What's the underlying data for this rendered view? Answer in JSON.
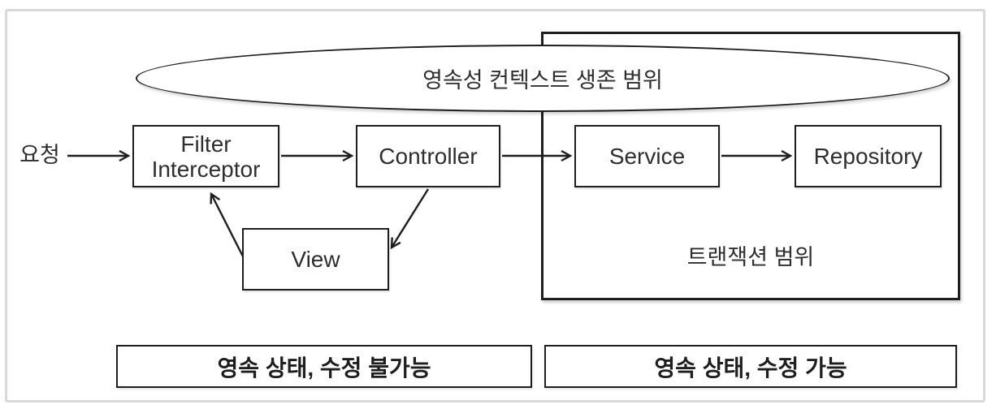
{
  "diagram": {
    "title_area": {
      "ellipse_label": "영속성 컨텍스트 생존 범위"
    },
    "request_label": "요청",
    "nodes": {
      "filter": "Filter Interceptor",
      "controller": "Controller",
      "service": "Service",
      "repository": "Repository",
      "view": "View"
    },
    "transaction_scope_label": "트랜잭션 범위",
    "footer": {
      "left_label": "영속 상태, 수정 불가능",
      "right_label": "영속 상태, 수정 가능"
    },
    "colors": {
      "line": "#1e1e1e",
      "frame_border": "#d9d9d9",
      "background": "#ffffff",
      "text": "#2e2e2e"
    },
    "arrows": [
      "request-to-filter",
      "filter-to-controller",
      "controller-to-service",
      "service-to-repository",
      "controller-to-view",
      "view-to-filter"
    ]
  }
}
